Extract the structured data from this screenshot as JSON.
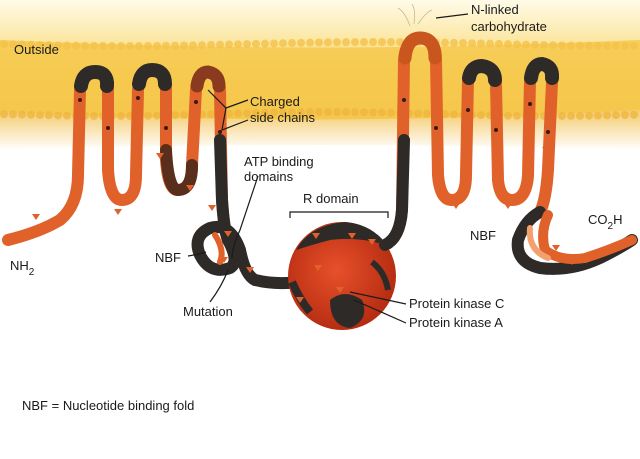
{
  "labels": {
    "outside": "Outside",
    "n_linked_line1": "N-linked",
    "n_linked_line2": "carbohydrate",
    "charged_line1": "Charged",
    "charged_line2": "side chains",
    "atp_line1": "ATP binding",
    "atp_line2": "domains",
    "r_domain": "R domain",
    "nh": "NH",
    "nh_sub": "2",
    "co": "CO",
    "co_sub": "2",
    "co_h": "H",
    "nbf_left": "NBF",
    "nbf_right": "NBF",
    "mutation": "Mutation",
    "pkc": "Protein kinase C",
    "pka": "Protein kinase A",
    "legend": "NBF = Nucleotide binding fold"
  },
  "colors": {
    "membrane": "#f4c24a",
    "membrane_light": "#fbe9a8",
    "protein_orange": "#e0622a",
    "protein_dark": "#2e2a28",
    "r_domain": "#d6391a"
  }
}
